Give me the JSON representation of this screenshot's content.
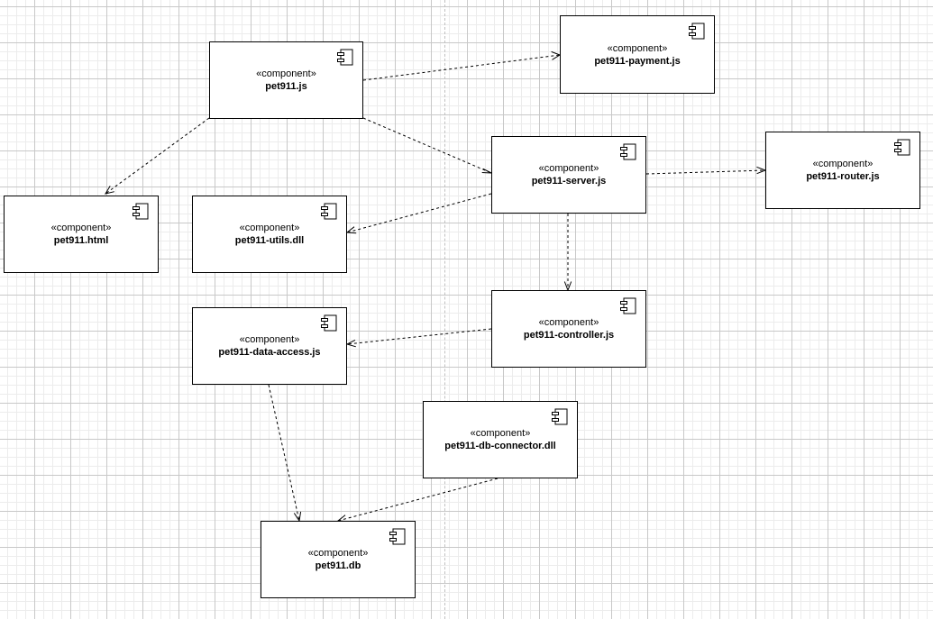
{
  "diagram": {
    "components": [
      {
        "id": "pet911-js",
        "stereotype": "«component»",
        "name": "pet911.js"
      },
      {
        "id": "pet911-payment-js",
        "stereotype": "«component»",
        "name": "pet911-payment.js"
      },
      {
        "id": "pet911-server-js",
        "stereotype": "«component»",
        "name": "pet911-server.js"
      },
      {
        "id": "pet911-router-js",
        "stereotype": "«component»",
        "name": "pet911-router.js"
      },
      {
        "id": "pet911-html",
        "stereotype": "«component»",
        "name": "pet911.html"
      },
      {
        "id": "pet911-utils-dll",
        "stereotype": "«component»",
        "name": "pet911-utils.dll"
      },
      {
        "id": "pet911-controller-js",
        "stereotype": "«component»",
        "name": "pet911-controller.js"
      },
      {
        "id": "pet911-data-access-js",
        "stereotype": "«component»",
        "name": "pet911-data-access.js"
      },
      {
        "id": "pet911-db-connector-dll",
        "stereotype": "«component»",
        "name": "pet911-db-connector.dll"
      },
      {
        "id": "pet911-db",
        "stereotype": "«component»",
        "name": "pet911.db"
      }
    ],
    "dependencies": [
      {
        "from": "pet911-js",
        "to": "pet911-payment-js"
      },
      {
        "from": "pet911-js",
        "to": "pet911-html"
      },
      {
        "from": "pet911-js",
        "to": "pet911-server-js"
      },
      {
        "from": "pet911-server-js",
        "to": "pet911-router-js"
      },
      {
        "from": "pet911-server-js",
        "to": "pet911-utils-dll"
      },
      {
        "from": "pet911-server-js",
        "to": "pet911-controller-js"
      },
      {
        "from": "pet911-controller-js",
        "to": "pet911-data-access-js"
      },
      {
        "from": "pet911-data-access-js",
        "to": "pet911-db"
      },
      {
        "from": "pet911-db-connector-dll",
        "to": "pet911-db"
      }
    ]
  }
}
